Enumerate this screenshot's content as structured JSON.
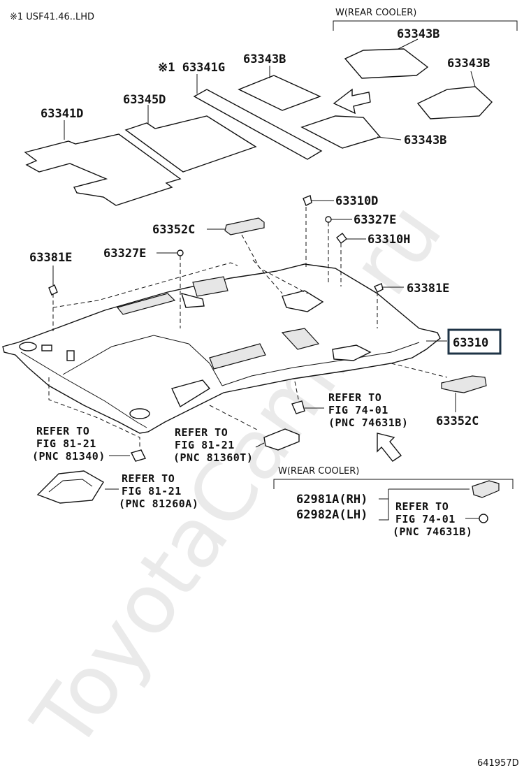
{
  "header_note": "※1 USF41.46..LHD",
  "footer_code": "641957D",
  "watermark": "ToyotaCamry.ru",
  "group_rear_cooler_top": "W(REAR COOLER)",
  "group_rear_cooler_bottom": "W(REAR COOLER)",
  "parts": {
    "p63343B_1": "63343B",
    "p63343B_2": "63343B",
    "p63343B_3": "63343B",
    "p63343B_4": "63343B",
    "p63341G": "※1 63341G",
    "p63345D": "63345D",
    "p63341D": "63341D",
    "p63310D": "63310D",
    "p63327E_1": "63327E",
    "p63327E_2": "63327E",
    "p63310H": "63310H",
    "p63352C_1": "63352C",
    "p63352C_2": "63352C",
    "p63381E_1": "63381E",
    "p63381E_2": "63381E",
    "p63310": "63310",
    "p62981A": "62981A(RH)",
    "p62982A": "62982A(LH)"
  },
  "refs": {
    "r1": {
      "l1": "REFER TO",
      "l2": "FIG 81-21",
      "l3": "(PNC 81340)"
    },
    "r2": {
      "l1": "REFER TO",
      "l2": "FIG 81-21",
      "l3": "(PNC 81360T)"
    },
    "r3": {
      "l1": "REFER TO",
      "l2": "FIG 74-01",
      "l3": "(PNC 74631B)"
    },
    "r4": {
      "l1": "REFER TO",
      "l2": "FIG 81-21",
      "l3": "(PNC 81260A)"
    },
    "r5": {
      "l1": "REFER TO",
      "l2": "FIG 74-01",
      "l3": "(PNC 74631B)"
    }
  },
  "icons": [
    "front-arrow-icon",
    "front-arrow-icon"
  ]
}
